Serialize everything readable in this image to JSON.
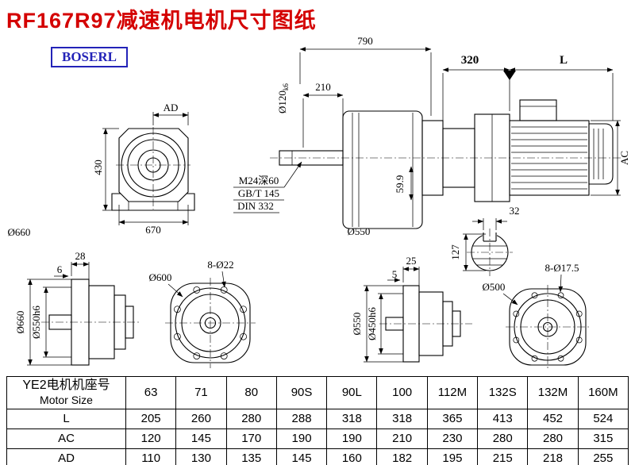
{
  "title": "RF167R97减速机电机尺寸图纸",
  "logo": "BOSERL",
  "drawing": {
    "overall_length": "790",
    "adapter_length": "320",
    "motor_length": "L",
    "shaft_dia": "Ø120",
    "shaft_dia_tol": "k6",
    "shaft_length": "210",
    "tap_spec": "M24深60",
    "tap_std1": "GB/T 145",
    "tap_std2": "DIN 332",
    "dim_59_9": "59.9",
    "motor_height": "AC",
    "key_width": "32",
    "shaft_section": "127",
    "front_ad": "AD",
    "front_height": "430",
    "front_width": "670",
    "front_outer_dia": "Ø660",
    "output_flange_dia": "Ø550",
    "flange1_thickness": "28",
    "flange1_step": "6",
    "flange1_outer": "Ø660",
    "flange1_spigot": "Ø550h6",
    "flange1_bolt_circle": "Ø600",
    "flange1_holes": "8-Ø22",
    "flange2_thickness": "25",
    "flange2_step": "5",
    "flange2_outer": "Ø550",
    "flange2_spigot": "Ø450h6",
    "flange2_bolt_circle": "Ø500",
    "flange2_holes": "8-Ø17.5"
  },
  "table": {
    "header_cn": "YE2电机机座号",
    "header_en": "Motor Size",
    "sizes": [
      "63",
      "71",
      "80",
      "90S",
      "90L",
      "100",
      "112M",
      "132S",
      "132M",
      "160M"
    ],
    "rows": [
      {
        "label": "L",
        "values": [
          "205",
          "260",
          "280",
          "288",
          "318",
          "318",
          "365",
          "413",
          "452",
          "524"
        ]
      },
      {
        "label": "AC",
        "values": [
          "120",
          "145",
          "170",
          "190",
          "190",
          "210",
          "230",
          "280",
          "280",
          "315"
        ]
      },
      {
        "label": "AD",
        "values": [
          "110",
          "130",
          "135",
          "145",
          "160",
          "182",
          "195",
          "215",
          "218",
          "255"
        ]
      }
    ]
  }
}
